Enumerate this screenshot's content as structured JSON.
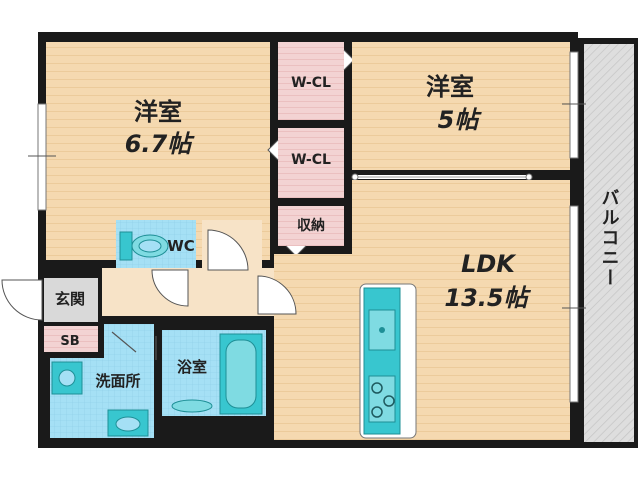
{
  "rooms": {
    "western_room_1": {
      "name": "洋室",
      "size": "6.7帖"
    },
    "western_room_2": {
      "name": "洋室",
      "size": "5帖"
    },
    "ldk": {
      "name": "LDK",
      "size": "13.5帖"
    },
    "wcl_1": "W-CL",
    "wcl_2": "W-CL",
    "storage": "収納",
    "wc": "WC",
    "entrance": "玄関",
    "shoe_box": "SB",
    "washroom": "洗面所",
    "bathroom": "浴室",
    "balcony": "バルコニー"
  },
  "colors": {
    "wall": "#1a1a1a",
    "floor_wood": "#f5d9b0",
    "closet": "#f3d3d3",
    "wet_area": "#9ad9f2",
    "fixture": "#38c6cf",
    "balcony": "#d9d9d9",
    "hall": "#f7e3c7"
  }
}
